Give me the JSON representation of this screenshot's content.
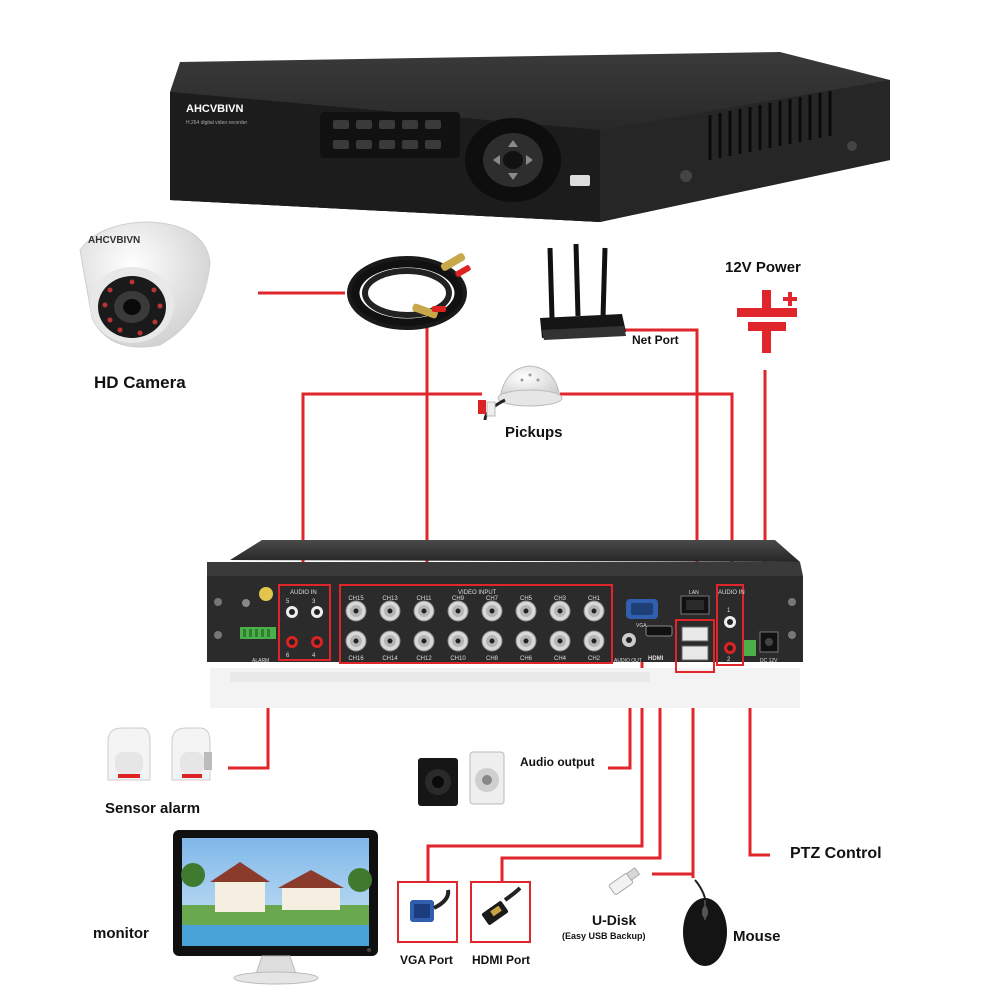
{
  "front_panel": {
    "brand": "AHCVBIVN",
    "subtitle": "H.264 digital video recorder"
  },
  "camera": {
    "brand": "AHCVBIVN"
  },
  "labels": {
    "hd_camera": "HD Camera",
    "power": "12V Power",
    "net_port": "Net Port",
    "pickups": "Pickups",
    "audio_output": "Audio output",
    "sensor_alarm": "Sensor alarm",
    "ptz_control": "PTZ Control",
    "monitor": "monitor",
    "vga_port": "VGA Port",
    "hdmi_port": "HDMI Port",
    "udisk": "U-Disk",
    "udisk_note": "(Easy USB Backup)",
    "mouse": "Mouse"
  },
  "rear_panel": {
    "audio_in_left": "AUDIO IN",
    "video_input": "VIDEO INPUT",
    "audio_in_right": "AUDIO IN",
    "lan": "LAN",
    "vga": "VGA",
    "hdmi": "HDMI",
    "audio_out": "AUDIO OUT",
    "alarm": "ALARM",
    "dc12v": "DC 12V",
    "top_channels": [
      "CH15",
      "CH13",
      "CH11",
      "CH9",
      "CH7",
      "CH5",
      "CH3",
      "CH1"
    ],
    "bottom_channels": [
      "CH16",
      "CH14",
      "CH12",
      "CH10",
      "CH8",
      "CH6",
      "CH4",
      "CH2"
    ],
    "audio_left_top": [
      "5",
      "3"
    ],
    "audio_left_bottom": [
      "6",
      "4"
    ],
    "audio_right": [
      "1",
      "2"
    ]
  },
  "colors": {
    "wire": "#e0262b",
    "device": "#1f1f1f",
    "panel": "#2b2b2b"
  }
}
